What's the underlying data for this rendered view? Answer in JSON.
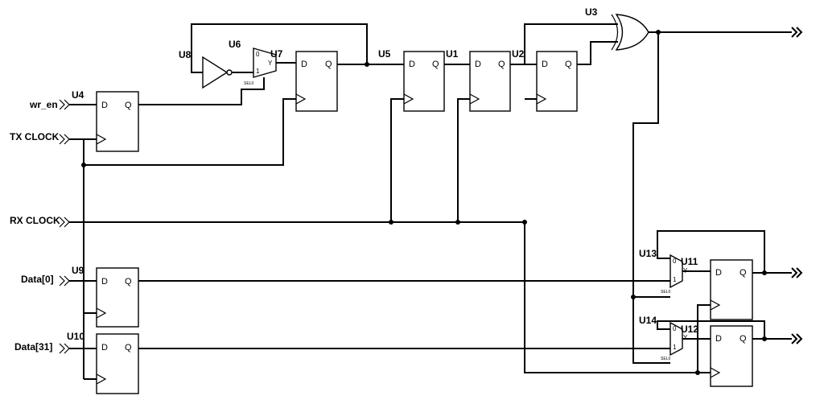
{
  "ports": {
    "wr_en": "wr_en",
    "tx_clock": "TX CLOCK",
    "rx_clock": "RX CLOCK",
    "data0": "Data[0]",
    "data31": "Data[31]"
  },
  "refs": {
    "u1": "U1",
    "u2": "U2",
    "u3": "U3",
    "u4": "U4",
    "u5": "U5",
    "u6": "U6",
    "u7": "U7",
    "u8": "U8",
    "u9": "U9",
    "u10": "U10",
    "u11": "U11",
    "u12": "U12",
    "u13": "U13",
    "u14": "U14"
  },
  "pins": {
    "d": "D",
    "q": "Q",
    "y": "Y",
    "zero": "0",
    "one": "1",
    "sel": "SEL0"
  }
}
